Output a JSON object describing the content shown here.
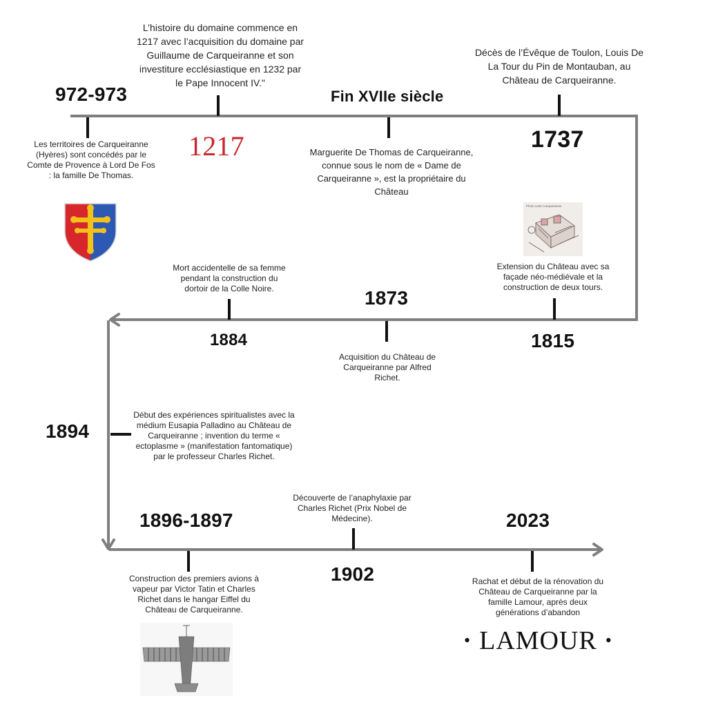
{
  "events": {
    "e972": {
      "year": "972-973",
      "text": "Les territoires de Carqueiranne (Hyères) sont concédés par le Comte de Provence à Lord De Fos : la famille De Thomas."
    },
    "e1217": {
      "year": "1217",
      "text": "L’histoire du domaine commence en 1217 avec l’acquisition du domaine par Guillaume de Carqueiranne et son investiture ecclésiastique en 1232 par le Pape Innocent IV.\""
    },
    "eFin": {
      "year": "Fin XVIIe siècle",
      "text": "Marguerite De Thomas de Carqueiranne, connue sous le nom de « Dame de Carqueiranne », est la propriétaire du Château"
    },
    "e1737": {
      "year": "1737",
      "text": "Décès de l’Évêque de Toulon, Louis De La Tour du Pin de Montauban, au Château de Carqueiranne."
    },
    "e1815": {
      "year": "1815",
      "text": "Extension du Château avec sa façade néo-médiévale et la construction de deux tours."
    },
    "e1873": {
      "year": "1873",
      "text": "Acquisition du Château de Carqueiranne par Alfred Richet."
    },
    "e1884": {
      "year": "1884",
      "text": "Mort accidentelle de sa femme pendant la construction du dortoir de la Colle Noire."
    },
    "e1894": {
      "year": "1894",
      "text": "Début des expériences spiritualistes avec la médium Eusapia Palladino au Château de Carqueiranne ; invention du terme « ectoplasme » (manifestation fantomatique) par le professeur Charles Richet."
    },
    "e1896": {
      "year": "1896-1897",
      "text": "Construction des premiers avions à vapeur par Victor Tatin et Charles Richet dans le hangar Eiffel du Château de Carqueiranne."
    },
    "e1902": {
      "year": "1902",
      "text": "Découverte de l’anaphylaxie par Charles Richet (Prix Nobel de Médecine)."
    },
    "e2023": {
      "year": "2023",
      "text": "Rachat et début de la rénovation du Château de Carqueiranne par la famille Lamour, après deux générations d’abandon"
    }
  },
  "images": {
    "photo_caption": "Photo carte Carqueiranne"
  },
  "brand": {
    "dot": "•",
    "name": "LAMOUR"
  },
  "colors": {
    "line": "#7f7f7f",
    "tick": "#111111",
    "accent_red": "#c8262c",
    "shield_blue": "#2d59b5",
    "shield_red": "#d8262d",
    "cross_gold": "#f2c21a"
  }
}
